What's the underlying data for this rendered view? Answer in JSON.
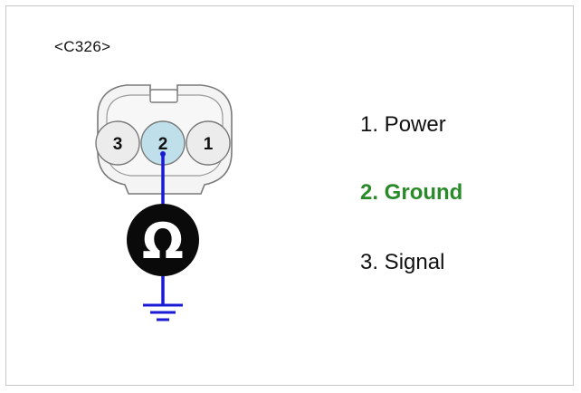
{
  "connector": {
    "id": "<C326>",
    "pins": [
      {
        "number": "3",
        "highlighted": false
      },
      {
        "number": "2",
        "highlighted": true
      },
      {
        "number": "1",
        "highlighted": false
      }
    ]
  },
  "meter": {
    "symbol": "Ω",
    "icon": "ohmmeter-icon"
  },
  "ground_icon": "ground-symbol-icon",
  "legend": [
    {
      "label": "1. Power"
    },
    {
      "label": "2. Ground"
    },
    {
      "label": "3. Signal"
    }
  ],
  "colors": {
    "probe_wire": "#1a1ad6",
    "highlight_pin": "#bfe0ea",
    "pin_fill": "#ececec",
    "housing_stroke": "#7a7a7a",
    "meter_fill": "#0a0a0a",
    "highlight_text": "#2a8a2a"
  }
}
